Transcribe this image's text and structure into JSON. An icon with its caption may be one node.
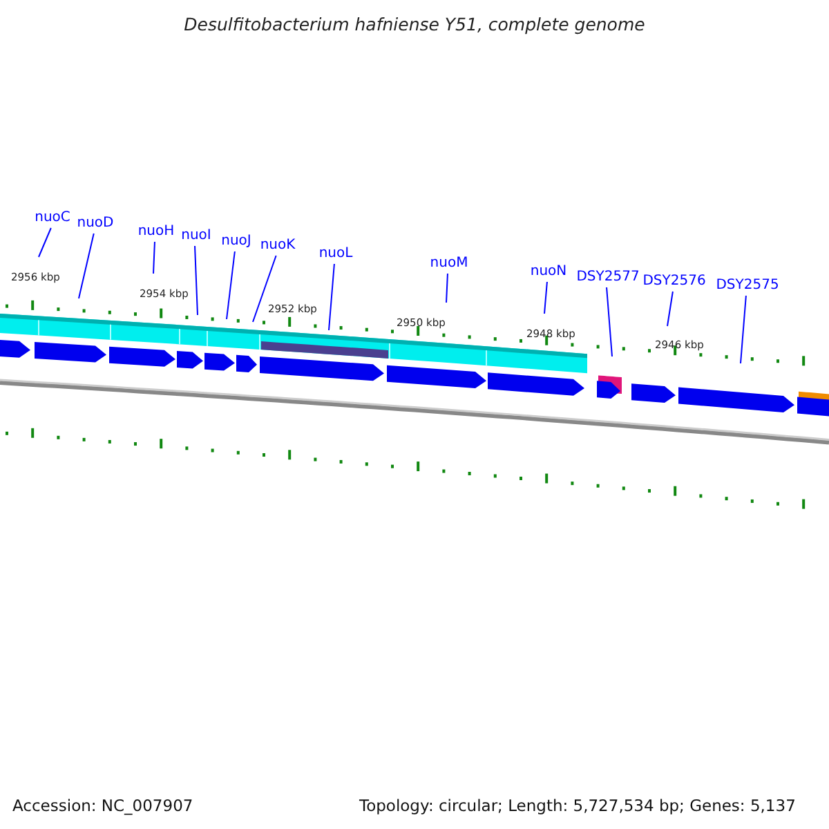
{
  "diagram": {
    "title": "Desulfitobacterium hafniense Y51, complete genome",
    "nodes": [
      {
        "text": [
          "nuoC"
        ]
      },
      {
        "text": [
          "nuoD"
        ]
      },
      {
        "text": [
          "nuoH"
        ]
      },
      {
        "text": [
          "nuoI"
        ]
      },
      {
        "text": [
          "nuoJ"
        ]
      },
      {
        "text": [
          "nuoK"
        ]
      },
      {
        "text": [
          "nuoL"
        ]
      },
      {
        "text": [
          "nuoM"
        ]
      },
      {
        "text": [
          "nuoN"
        ]
      },
      {
        "text": [
          "DSY2577"
        ]
      },
      {
        "text": [
          "DSY2576"
        ]
      },
      {
        "text": [
          "DSY2575"
        ]
      }
    ],
    "edges": [
      {
        "from": 0,
        "to": null,
        "arrow": "none"
      },
      {
        "from": 1,
        "to": null,
        "arrow": "none"
      },
      {
        "from": 2,
        "to": null,
        "arrow": "none"
      },
      {
        "from": 3,
        "to": null,
        "arrow": "none"
      },
      {
        "from": 4,
        "to": null,
        "arrow": "none"
      },
      {
        "from": 5,
        "to": null,
        "arrow": "none"
      },
      {
        "from": 6,
        "to": null,
        "arrow": "none"
      },
      {
        "from": 7,
        "to": null,
        "arrow": "none"
      },
      {
        "from": 8,
        "to": null,
        "arrow": "none"
      },
      {
        "from": 9,
        "to": null,
        "arrow": "none"
      },
      {
        "from": 10,
        "to": null,
        "arrow": "none"
      },
      {
        "from": 11,
        "to": null,
        "arrow": "none"
      }
    ],
    "labels": [
      "2956 kbp",
      "2954 kbp",
      "2952 kbp",
      "2950 kbp",
      "2948 kbp",
      "2946 kbp",
      "Accession: NC_007907",
      "Topology: circular; Length: 5,727,534 bp; Genes: 5,137"
    ]
  }
}
